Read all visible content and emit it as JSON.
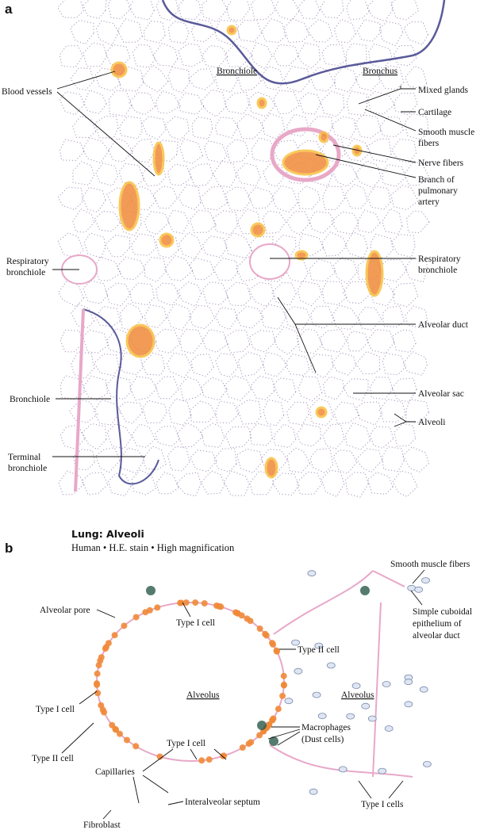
{
  "panel_a": {
    "letter": "a",
    "labels": {
      "bronchiole_top": "Bronchiole",
      "bronchus": "Bronchus",
      "blood_vessels": "Blood vessels",
      "mixed_glands": "Mixed glands",
      "cartilage": "Cartilage",
      "smooth_muscle_1": "Smooth muscle",
      "smooth_muscle_2": "fibers",
      "nerve_fibers": "Nerve fibers",
      "branch_1": "Branch of",
      "branch_2": "pulmonary",
      "branch_3": "artery",
      "resp_left_1": "Respiratory",
      "resp_left_2": "bronchiole",
      "resp_right_1": "Respiratory",
      "resp_right_2": "bronchiole",
      "alveolar_duct": "Alveolar duct",
      "bronchiole_left": "Bronchiole",
      "alveolar_sac": "Alveolar sac",
      "alveoli": "Alveoli",
      "terminal_1": "Terminal",
      "terminal_2": "bronchiole"
    }
  },
  "panel_b": {
    "letter": "b",
    "title": "Lung: Alveoli",
    "subtitle": "Human • H.E. stain • High magnification",
    "labels": {
      "smooth_muscle": "Smooth muscle fibers",
      "type1_top": "Type I cell",
      "alveolar_pore": "Alveolar pore",
      "cuboidal_1": "Simple cuboidal",
      "cuboidal_2": "epithelium of",
      "cuboidal_3": "alveolar duct",
      "type2_right": "Type II cell",
      "alveolus_left": "Alveolus",
      "alveolus_right": "Alveolus",
      "type1_left": "Type I cell",
      "macrophages_1": "Macrophages",
      "macrophages_2": "(Dust cells)",
      "type1_mid": "Type I cell",
      "type2_left": "Type II cell",
      "capillaries": "Capillaries",
      "septum": "Interalveolar septum",
      "type1_cells": "Type I cells",
      "fibroblast": "Fibroblast"
    }
  },
  "colors": {
    "tissue": "#e8a8c8",
    "nuclei": "#6a4a8a",
    "rbc": "#f08a3a",
    "rbc_light": "#f8c040"
  }
}
